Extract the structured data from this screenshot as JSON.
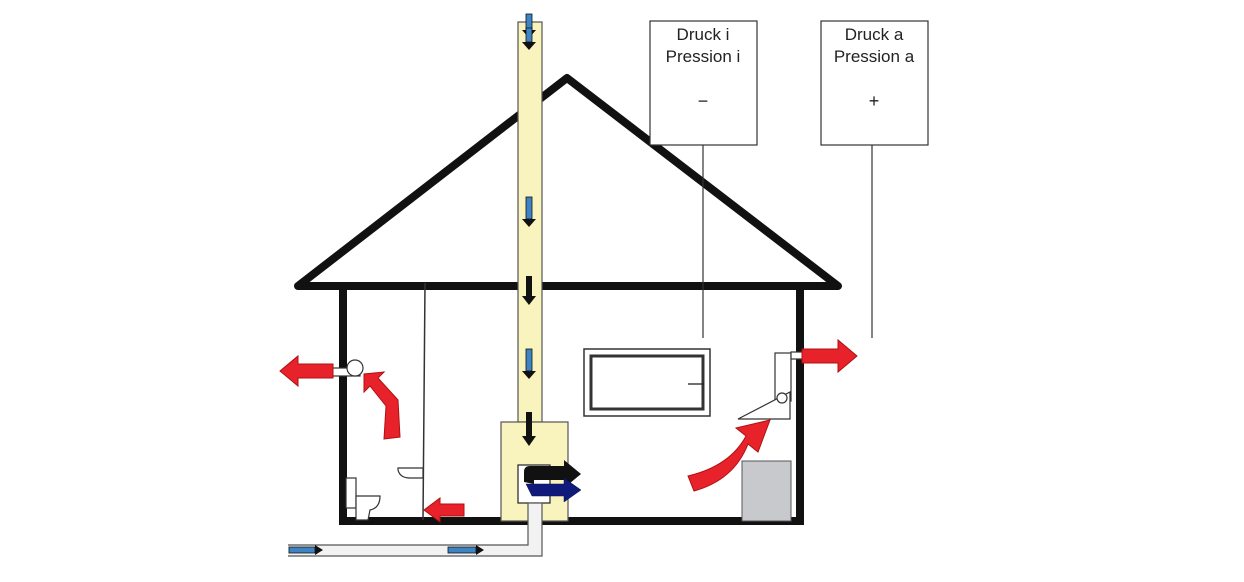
{
  "labels": {
    "inside": {
      "line1": "Druck i",
      "line2": "Pression i",
      "sign": "−"
    },
    "outside": {
      "line1": "Druck a",
      "line2": "Pression a",
      "sign": "+"
    },
    "window_sign": "−"
  },
  "colors": {
    "wall": "#111111",
    "chimney": "#f9f3bd",
    "exhaust_arrow": "#e8222a",
    "supply_arrow": "#3e84c4",
    "flue_dark": "#101a7a",
    "appliance": "#c8c9cc",
    "pipe": "#f2f2f2"
  }
}
